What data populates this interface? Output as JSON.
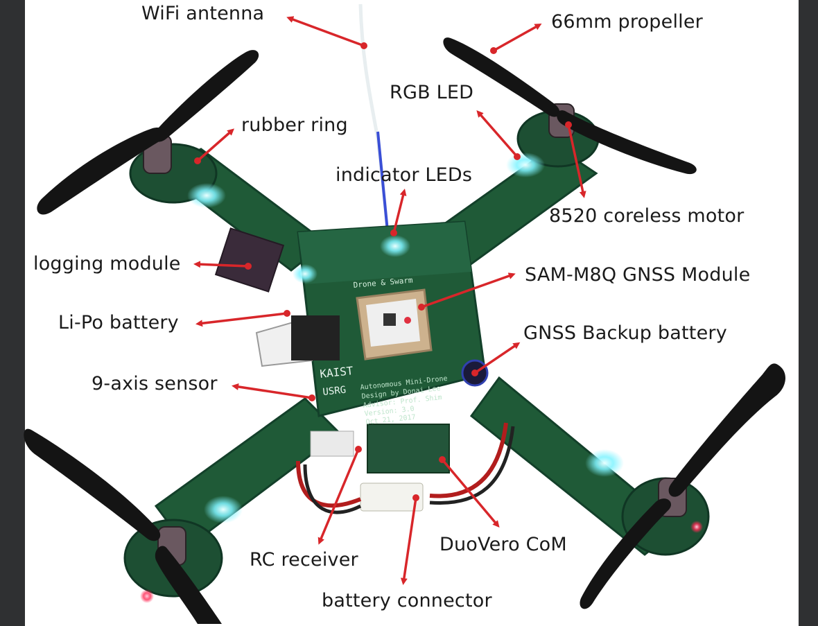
{
  "labels": {
    "wifi_antenna": "WiFi antenna",
    "propeller": "66mm propeller",
    "rgb_led": "RGB LED",
    "rubber_ring": "rubber ring",
    "indicator_leds": "indicator LEDs",
    "coreless_motor": "8520 coreless motor",
    "logging_module": "logging module",
    "gnss_module": "SAM-M8Q GNSS Module",
    "lipo_battery": "Li-Po battery",
    "gnss_backup_battery": "GNSS Backup battery",
    "nine_axis_sensor": "9-axis sensor",
    "rc_receiver": "RC receiver",
    "duovero_com": "DuoVero CoM",
    "battery_connector": "battery connector"
  },
  "board_text": {
    "kaist": "KAIST",
    "usrg": "USRG",
    "silkscreen": [
      "Autonomous Mini-Drone",
      "Design by Donai Lee",
      "Advisor: Prof. Shim",
      "Version: 3.0",
      "Oct 21, 2017"
    ],
    "swarm": "Drone & Swarm"
  },
  "colors": {
    "arrow": "#d8262a",
    "pcb": "#1f5a37",
    "pcb_edge": "#13402a",
    "propeller": "#141414",
    "led": "#7ff3ff",
    "text": "#1a1a1a"
  }
}
